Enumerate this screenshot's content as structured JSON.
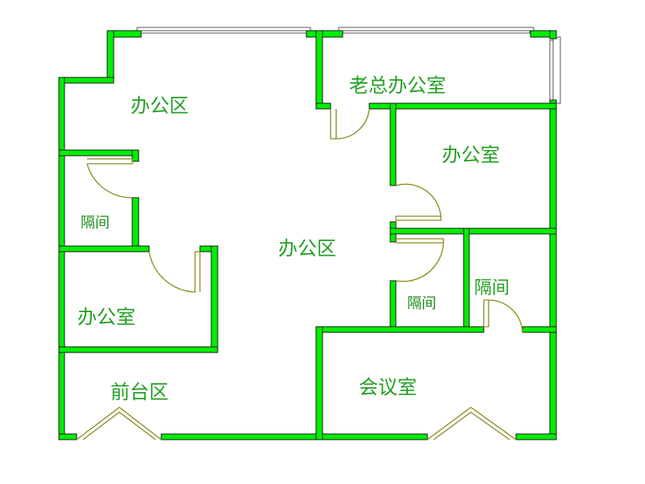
{
  "colors": {
    "wall": "#00ee00",
    "label": "#22a022",
    "door": "#8a8a20"
  },
  "rooms": {
    "office_area_top": "办公区",
    "office_area_center": "办公区",
    "ceo_office": "老总办公室",
    "office_right": "办公室",
    "cubicle_left": "隔间",
    "office_left": "办公室",
    "reception": "前台区",
    "cubicle_mid": "隔间",
    "cubicle_right": "隔间",
    "meeting_room": "会议室"
  }
}
